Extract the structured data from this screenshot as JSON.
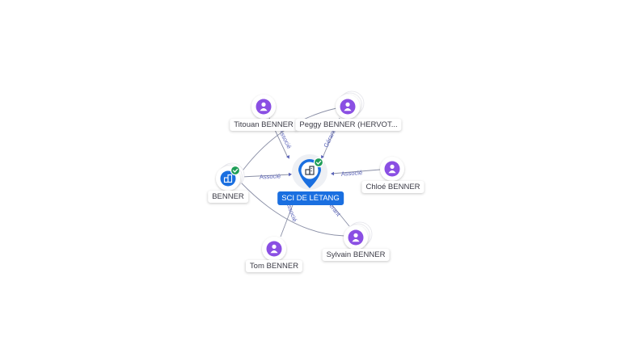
{
  "center": {
    "name": "SCI DE LÉTANG",
    "icon": "building-icon",
    "badge": "verified-check-icon"
  },
  "nodes": [
    {
      "id": "titouan",
      "label": "Titouan BENNER",
      "icon": "person-icon",
      "stacked": false
    },
    {
      "id": "peggy",
      "label": "Peggy BENNER (HERVOT...",
      "icon": "person-icon",
      "stacked": true
    },
    {
      "id": "benner",
      "label": "BENNER",
      "icon": "company-icon",
      "stacked": true,
      "verified": true
    },
    {
      "id": "chloe",
      "label": "Chloé BENNER",
      "icon": "person-icon",
      "stacked": false
    },
    {
      "id": "tom",
      "label": "Tom BENNER",
      "icon": "person-icon",
      "stacked": false
    },
    {
      "id": "sylvain",
      "label": "Sylvain BENNER",
      "icon": "person-icon",
      "stacked": true
    }
  ],
  "edges": [
    {
      "from": "titouan",
      "to": "center",
      "label": "Associé"
    },
    {
      "from": "peggy",
      "to": "center",
      "label": "Gérant"
    },
    {
      "from": "benner",
      "to": "center",
      "label": "Associé"
    },
    {
      "from": "chloe",
      "to": "center",
      "label": "Associé"
    },
    {
      "from": "tom",
      "to": "center",
      "label": "Associé"
    },
    {
      "from": "sylvain",
      "to": "center",
      "label": "Gérant"
    },
    {
      "from": "benner",
      "to": "peggy",
      "label": ""
    },
    {
      "from": "benner",
      "to": "sylvain",
      "label": ""
    }
  ],
  "colors": {
    "accent": "#1a6fe0",
    "person": "#8a4fe3",
    "verified": "#1e9e57",
    "edge": "#8a8fa6",
    "edge_label": "#5a63b8"
  }
}
